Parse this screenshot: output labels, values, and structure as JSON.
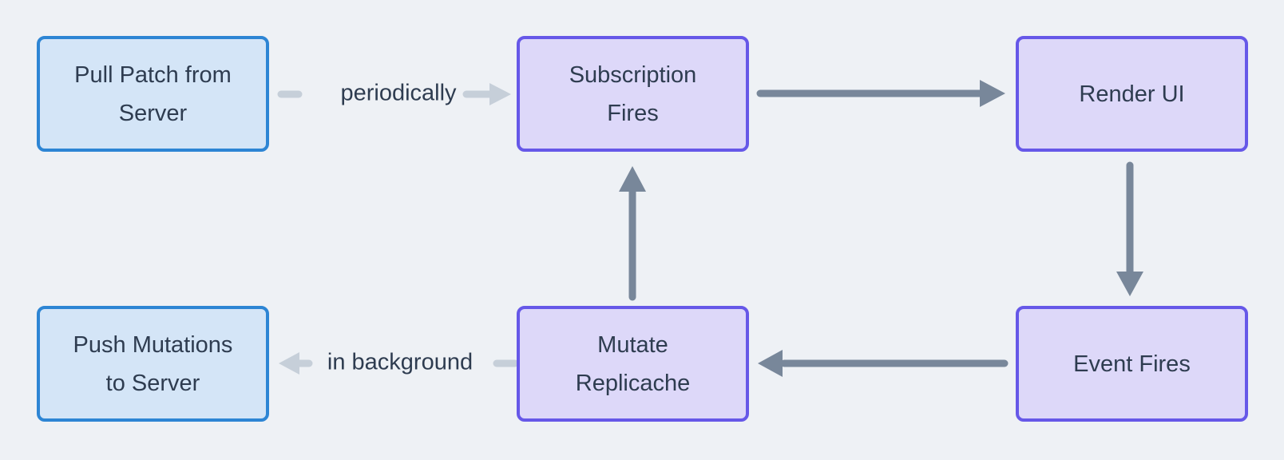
{
  "colors": {
    "bg": "#eef1f5",
    "node-blue-border": "#2d85d4",
    "node-blue-fill": "#d4e5f7",
    "node-purple-border": "#6658e8",
    "node-purple-fill": "#ddd8f9",
    "arrow-dark": "#78879a",
    "arrow-light": "#c6cfd9",
    "text": "#2e3c50"
  },
  "nodes": [
    {
      "id": "pull-patch-from-server",
      "style": "blue",
      "label": "Pull Patch from Server",
      "lines": [
        "Pull Patch from",
        "Server"
      ]
    },
    {
      "id": "subscription-fires",
      "style": "purple",
      "label": "Subscription Fires",
      "lines": [
        "Subscription",
        "Fires"
      ]
    },
    {
      "id": "render-ui",
      "style": "purple",
      "label": "Render UI",
      "lines": [
        "Render UI"
      ]
    },
    {
      "id": "push-mutations-to-server",
      "style": "blue",
      "label": "Push Mutations to Server",
      "lines": [
        "Push Mutations",
        "to Server"
      ]
    },
    {
      "id": "mutate-replicache",
      "style": "purple",
      "label": "Mutate Replicache",
      "lines": [
        "Mutate",
        "Replicache"
      ]
    },
    {
      "id": "event-fires",
      "style": "purple",
      "label": "Event Fires",
      "lines": [
        "Event Fires"
      ]
    }
  ],
  "edges": [
    {
      "from": "pull-patch-from-server",
      "to": "subscription-fires",
      "label": "periodically",
      "style": "light"
    },
    {
      "from": "subscription-fires",
      "to": "render-ui",
      "label": "",
      "style": "dark"
    },
    {
      "from": "render-ui",
      "to": "event-fires",
      "label": "",
      "style": "dark"
    },
    {
      "from": "event-fires",
      "to": "mutate-replicache",
      "label": "",
      "style": "dark"
    },
    {
      "from": "mutate-replicache",
      "to": "subscription-fires",
      "label": "",
      "style": "dark"
    },
    {
      "from": "mutate-replicache",
      "to": "push-mutations-to-server",
      "label": "in background",
      "style": "light"
    }
  ]
}
